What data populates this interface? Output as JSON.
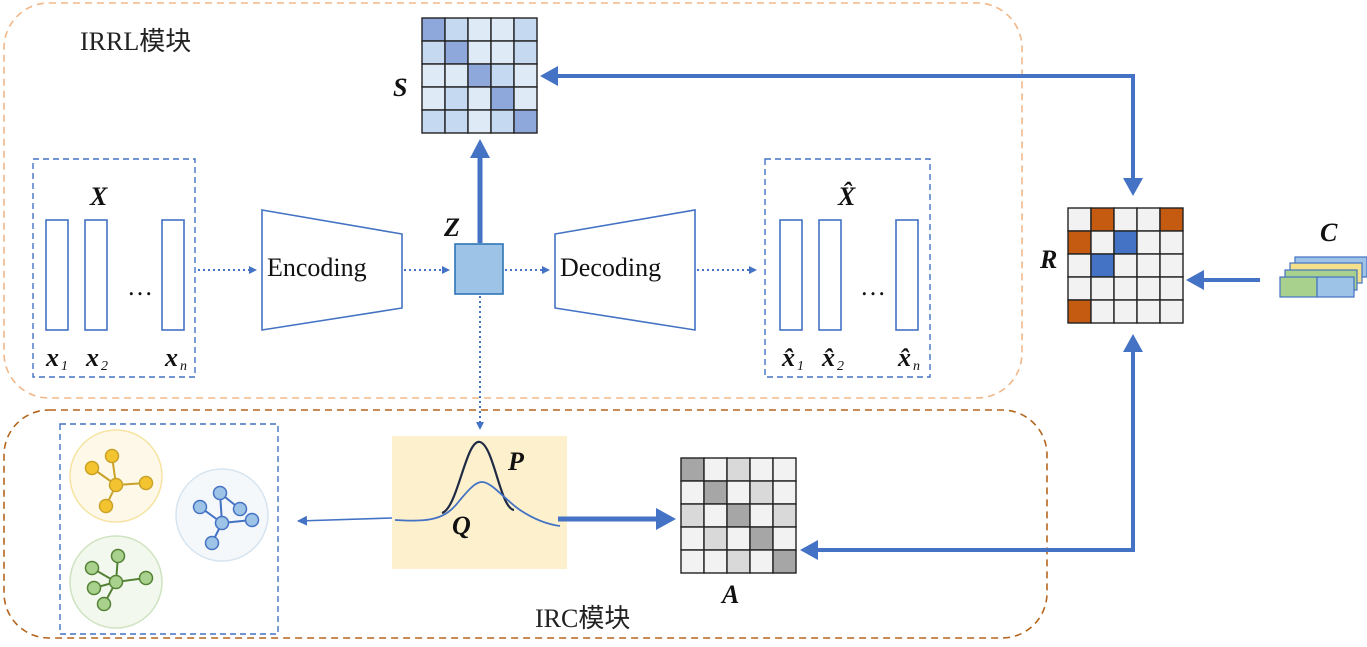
{
  "modules": {
    "irrl": "IRRL模块",
    "irc": "IRC模块"
  },
  "labels": {
    "S": "S",
    "X": "X",
    "Z": "Z",
    "X_hat": "X̂",
    "R": "R",
    "C": "C",
    "P": "P",
    "Q": "Q",
    "A": "A",
    "encoding": "Encoding",
    "decoding": "Decoding",
    "ellipsis": "…"
  },
  "inputs": {
    "x1": "x",
    "x1_sub": "1",
    "x2": "x",
    "x2_sub": "2",
    "xn": "x",
    "xn_sub": "n"
  },
  "outputs": {
    "x1": "x̂",
    "x1_sub": "1",
    "x2": "x̂",
    "x2_sub": "2",
    "xn": "x̂",
    "xn_sub": "n"
  },
  "colors": {
    "orange_dash": "#f0b88a",
    "brown_dash": "#b5651d",
    "blue": "#4472c4",
    "light_blue": "#9dc3e6",
    "orange_cell": "#c55a11",
    "gold_node": "#f4c430",
    "green_node": "#70ad47",
    "gauss_bg": "#fdf0cd"
  }
}
